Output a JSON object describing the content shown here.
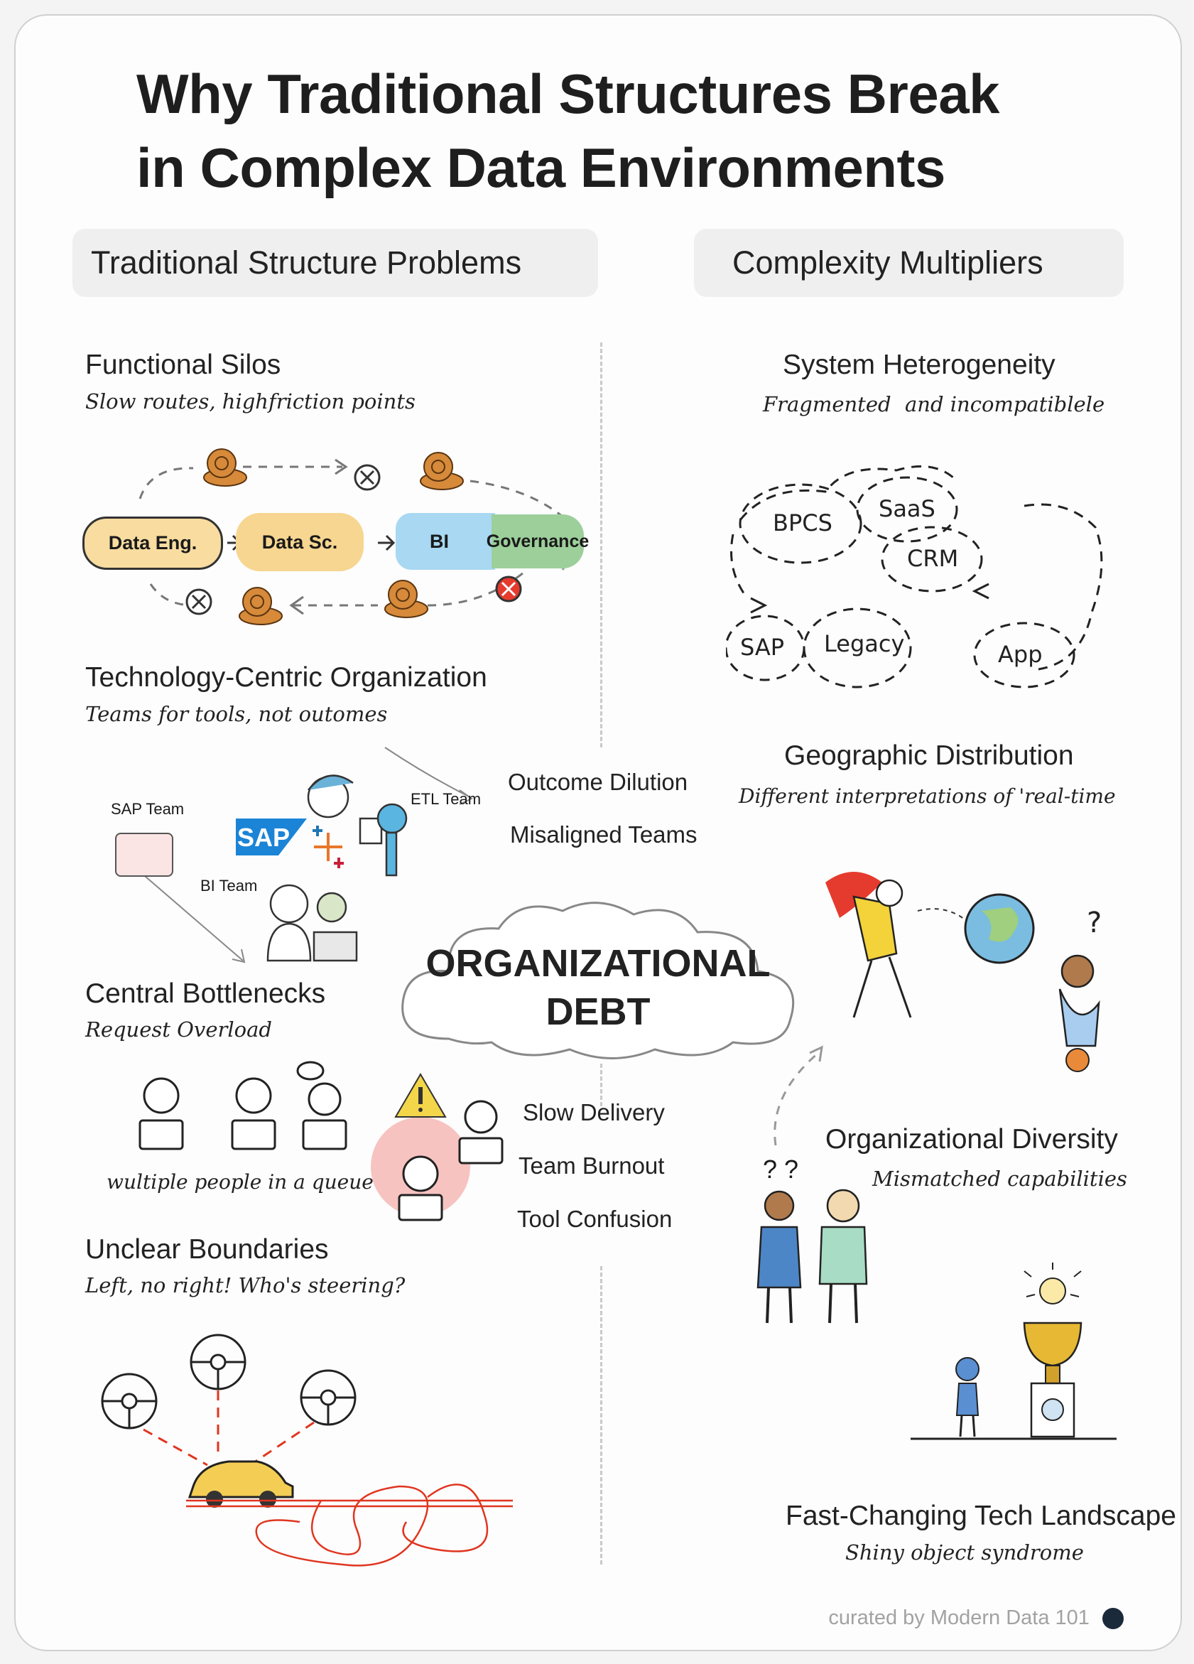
{
  "title": {
    "line1": "Why Traditional Structures Break",
    "line2": "in Complex Data Environments"
  },
  "headers": {
    "left": "Traditional Structure Problems",
    "right": "Complexity Multipliers"
  },
  "left_sections": {
    "functional_silos": {
      "title": "Functional Silos",
      "subtitle": "Slow routes, highfriction points",
      "boxes": [
        "Data Eng.",
        "Data Sc.",
        "BI",
        "Governance"
      ]
    },
    "tech_centric": {
      "title": "Technology-Centric Organization",
      "subtitle": "Teams for tools, not outomes",
      "sap_team": "SAP Team",
      "etl_team": "ETL Team",
      "bi_team": "BI Team",
      "sap_logo": "SAP"
    },
    "central_bottlenecks": {
      "title": "Central Bottlenecks",
      "subtitle": "Request Overload",
      "caption": "wultiple people in a queue"
    },
    "unclear_boundaries": {
      "title": "Unclear Boundaries",
      "subtitle": "Left, no right! Who's steering?"
    }
  },
  "center": {
    "top_items": [
      "Outcome Dilution",
      "Misaligned Teams"
    ],
    "cloud_line1": "ORGANIZATIONAL",
    "cloud_line2": "DEBT",
    "bottom_items": [
      "Slow Delivery",
      "Team Burnout",
      "Tool Confusion"
    ]
  },
  "right_sections": {
    "system_heterogeneity": {
      "title": "System Heterogeneity",
      "subtitle_a": "Fragmented",
      "subtitle_b": "and incompatiblele",
      "clouds": [
        "BPCS",
        "SaaS",
        "CRM",
        "SAP",
        "Legacy",
        "App"
      ]
    },
    "geographic_distribution": {
      "title": "Geographic Distribution",
      "subtitle": "Different interpretations of 'real-time"
    },
    "organizational_diversity": {
      "title": "Organizational Diversity",
      "subtitle": "Mismatched capabilities",
      "question": "? ?"
    },
    "fast_changing": {
      "title": "Fast-Changing Tech Landscape",
      "subtitle": "Shiny object syndrome"
    }
  },
  "footer": "curated by Modern Data 101",
  "colors": {
    "data_eng": "#f8dca0",
    "data_sc": "#f6d690",
    "bi": "#a8d8f2",
    "governance": "#9ccf9a",
    "red_route": "#e0351f",
    "accent_red": "#e53b2e"
  }
}
